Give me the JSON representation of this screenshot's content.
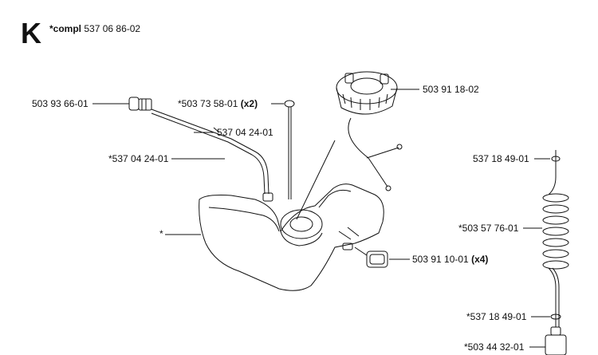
{
  "section_letter": "K",
  "compl": {
    "prefix": "*compl",
    "number": "537 06 86-02"
  },
  "parts": {
    "fuel_filter_cap": {
      "number": "503 93 66-01"
    },
    "vent_valve": {
      "number": "*503 73 58-01",
      "qty": "(x2)"
    },
    "fuel_hose_upper": {
      "number": "537 04 24-01"
    },
    "fuel_hose_lower": {
      "number": "*537 04 24-01"
    },
    "tank_cap": {
      "number": "503 91 18-02"
    },
    "fuel_tank": {
      "number": "*"
    },
    "rubber_buffer": {
      "number": "503 91 10-01",
      "qty": "(x4)"
    },
    "clip_top": {
      "number": "537 18 49-01"
    },
    "spiral_hose": {
      "number": "*503 57 76-01"
    },
    "clip_bottom": {
      "number": "*537 18 49-01"
    },
    "fuel_filter": {
      "number": "*503 44 32-01"
    }
  }
}
